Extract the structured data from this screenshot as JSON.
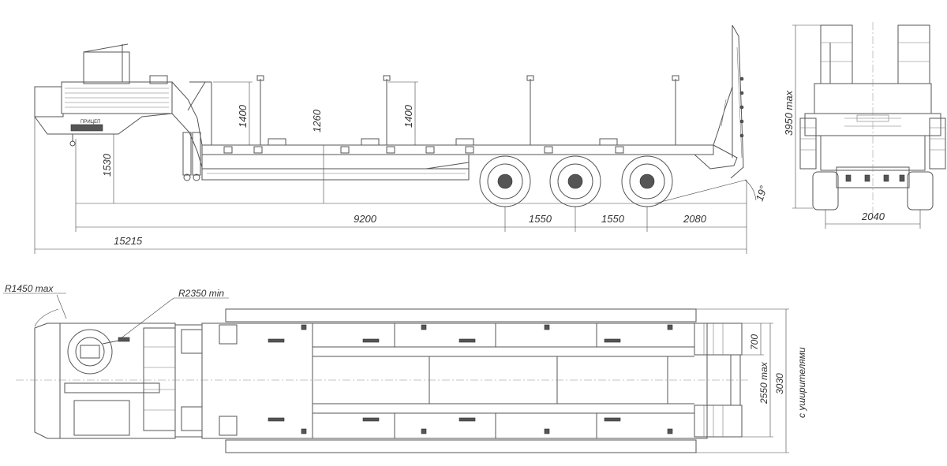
{
  "dimensions": {
    "side": {
      "total_length": "15215",
      "deck_length": "9200",
      "axle_spacing_1": "1550",
      "axle_spacing_2": "1550",
      "rear_overhang": "2080",
      "coupling_height": "1530",
      "stake_height_front": "1400",
      "deck_height": "1260",
      "stake_height_rear": "1400",
      "ramp_angle": "19°"
    },
    "rear": {
      "overall_height": "3950 max",
      "track_width": "2040"
    },
    "top": {
      "front_radius": "R1450 max",
      "turning_radius": "R2350 min",
      "ramp_width": "700",
      "deck_width": "2550 max",
      "width_with_extenders": "3030",
      "width_with_extenders_note": "с уширителями"
    },
    "logo_text": "ПРИЦЕП"
  }
}
